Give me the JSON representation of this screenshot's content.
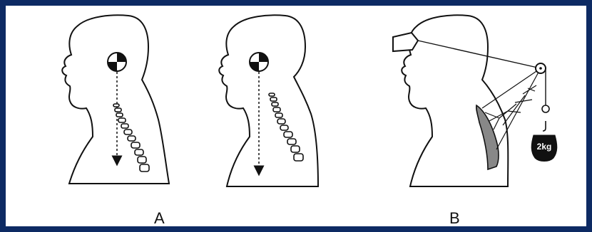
{
  "figure": {
    "panel_a_label": "A",
    "panel_b_label": "B",
    "weight_label": "2kg"
  },
  "colors": {
    "frame": "#0d2a63",
    "ink": "#111111",
    "paper": "#ffffff"
  },
  "icons": {
    "center_of_gravity": "center-of-gravity-icon",
    "weight": "weight-icon",
    "pulley": "pulley-icon"
  }
}
